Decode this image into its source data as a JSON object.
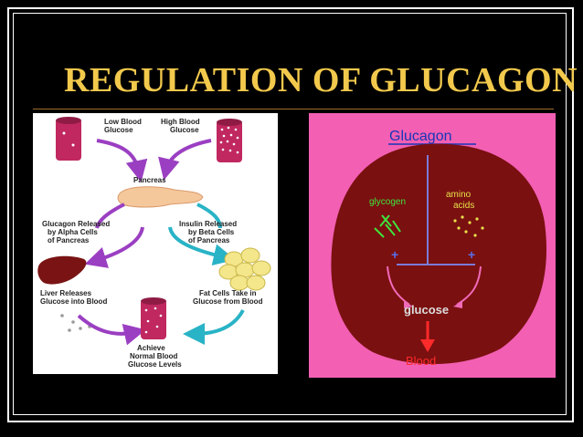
{
  "slide": {
    "title": "REGULATION OF GLUCAGON"
  },
  "left_diagram": {
    "low_blood_glucose": [
      "Low Blood",
      "Glucose"
    ],
    "high_blood_glucose": [
      "High Blood",
      "Glucose"
    ],
    "pancreas": "Pancreas",
    "glucagon_released": [
      "Glucagon Released",
      "by Alpha Cells",
      "of Pancreas"
    ],
    "insulin_released": [
      "Insulin Released",
      "by Beta Cells",
      "of Pancreas"
    ],
    "liver_releases": [
      "Liver Releases",
      "Glucose into Blood"
    ],
    "fat_cells": [
      "Fat Cells Take in",
      "Glucose from Blood"
    ],
    "achieve": [
      "Achieve",
      "Normal Blood",
      "Glucose Levels"
    ]
  },
  "right_diagram": {
    "glucagon": "Glucagon",
    "glycogen": "glycogen",
    "amino_acids": [
      "amino",
      "acids"
    ],
    "plus": "+",
    "glucose": "glucose",
    "blood": "Blood"
  },
  "colors": {
    "background": "#000000",
    "title": "#f2c94c",
    "right_panel": "#f35fb3",
    "cell": "#7a1010",
    "purple_arrow": "#9b3fc2",
    "cyan_arrow": "#29b3c6"
  }
}
